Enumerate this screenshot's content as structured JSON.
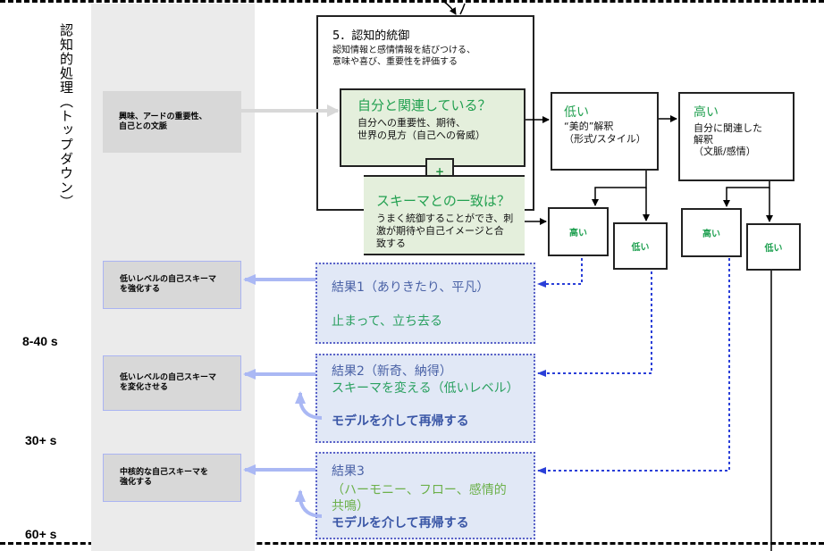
{
  "side_label": "認知的処理（トップダウン）",
  "time_labels": [
    "8-40 s",
    "30+ s",
    "60+ s"
  ],
  "left_boxes": [
    {
      "line1": "興味、アードの重要性、",
      "line2": "自己との文脈"
    },
    {
      "line1": "低いレベルの自己スキーマ",
      "line2": "を強化する"
    },
    {
      "line1": "低いレベルの自己スキーマ",
      "line2": "を変化させる"
    },
    {
      "line1": "中核的な自己スキーマを",
      "line2": "強化する"
    }
  ],
  "control_box": {
    "title": "5．認知的統御",
    "desc_line1": "認知情報と感情情報を結びつける、",
    "desc_line2": "意味や喜び、重要性を評価する"
  },
  "relevance_box": {
    "title": "自分と関連している？",
    "line1": "自分への重要性、期待、",
    "line2": "世界の見方（自己への脅威）"
  },
  "plus_symbol": "+",
  "schema_box": {
    "title": "スキーマとの一致は？",
    "line1": "うまく統御することができ、刺",
    "line2": "激が期待や自己イメージと合",
    "line3": "致する"
  },
  "low_box": {
    "title": "低い",
    "line1": "“美的”解釈",
    "line2": "（形式/スタイル）"
  },
  "high_box": {
    "title": "高い",
    "line1": "自分に関連した",
    "line2": "解釈",
    "line3": "（文脈/感情）"
  },
  "small_boxes": [
    "高い",
    "低い",
    "高い",
    "低い"
  ],
  "results": [
    {
      "title": "結果1（ありきたり、平凡）",
      "action": "止まって、立ち去る"
    },
    {
      "title": "結果2（新奇、納得）",
      "action": "スキーマを変える（低いレベル）",
      "loop": "モデルを介して再帰する"
    },
    {
      "title": "結果3",
      "detail_line1": "（ハーモニー、フロー、感情的",
      "detail_line2": "共鳴）",
      "loop": "モデルを介して再帰する"
    }
  ],
  "colors": {
    "green_text": "#22a050",
    "green_fill": "#e4efdc",
    "result_fill": "#e1e8f6",
    "dotted_arrow": "#2a3fd8",
    "feedback_arrow": "#aab8f4",
    "gray_column": "#ebebeb"
  }
}
